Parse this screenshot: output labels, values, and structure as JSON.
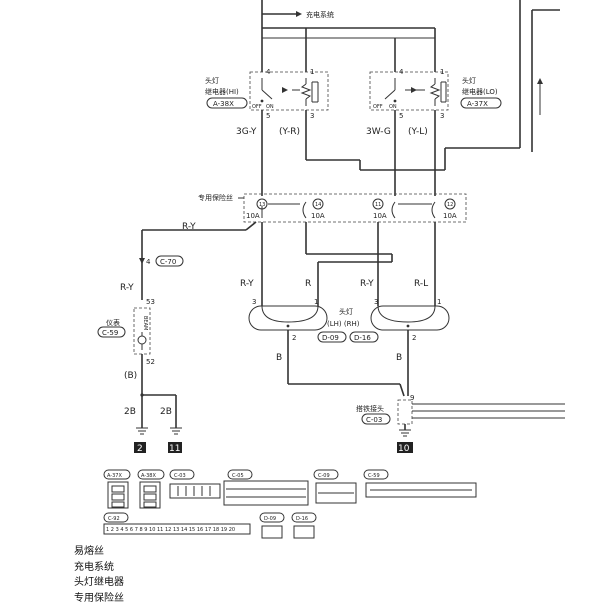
{
  "diagram": {
    "top_source": "充电系统",
    "relay_hi": {
      "name_line1": "头灯",
      "name_line2": "继电器(HI)",
      "code": "A-38X",
      "pin_tl": "4",
      "pin_tr": "1",
      "pin_bl": "5",
      "pin_br": "3",
      "sw_off": "OFF",
      "sw_on": "ON"
    },
    "relay_lo": {
      "name_line1": "头灯",
      "name_line2": "继电器(LO)",
      "code": "A-37X",
      "pin_tl": "4",
      "pin_tr": "1",
      "pin_bl": "5",
      "pin_br": "3",
      "sw_off": "OFF",
      "sw_on": "ON"
    },
    "wires": {
      "w1": "3G-Y",
      "w2": "(Y-R)",
      "w3": "3W-G",
      "w4": "(Y-L)",
      "w5": "R-Y",
      "w6": "R",
      "w7": "R-Y",
      "w8": "R-L",
      "w9": "R-Y",
      "w10": "R-Y",
      "w11": "(B)",
      "w12": "2B",
      "w13": "2B",
      "w14": "B",
      "w15": "B"
    },
    "fuse_box": {
      "label": "专用保险丝",
      "f13": "13",
      "f14": "14",
      "f11": "11",
      "f12": "12",
      "r13": "10A",
      "r14": "10A",
      "r11": "10A",
      "r12": "10A"
    },
    "connector_c70": {
      "pin": "4",
      "code": "C-70"
    },
    "meter": {
      "label": "仪表",
      "code": "C-59",
      "beam": "BEAM",
      "pin_top": "53",
      "pin_bottom": "52"
    },
    "headlamps": {
      "label_line1": "头灯",
      "label_line2": "(LH) (RH)",
      "code_lh": "D-09",
      "code_rh": "D-16",
      "lh_pin_l": "3",
      "lh_pin_r": "1",
      "lh_pin_b": "2",
      "rh_pin_l": "3",
      "rh_pin_r": "1",
      "rh_pin_b": "2"
    },
    "ground_joint": {
      "label": "搭铁接头",
      "code": "C-03",
      "pin": "9"
    },
    "grounds": {
      "g2": "2",
      "g11": "11",
      "g10": "10"
    },
    "connector_codes": [
      "A-37X",
      "A-38X",
      "C-03",
      "C-05",
      "C-09",
      "C-59",
      "C-92",
      "D-09",
      "D-16"
    ],
    "c92_pins": [
      "1",
      "2",
      "3",
      "4",
      "5",
      "6",
      "7",
      "8",
      "9",
      "10",
      "11",
      "12",
      "13",
      "14",
      "15",
      "16",
      "17",
      "18",
      "19",
      "20"
    ]
  },
  "legend": {
    "items": [
      "易熔丝",
      "充电系统",
      "头灯继电器",
      "专用保险丝"
    ]
  }
}
